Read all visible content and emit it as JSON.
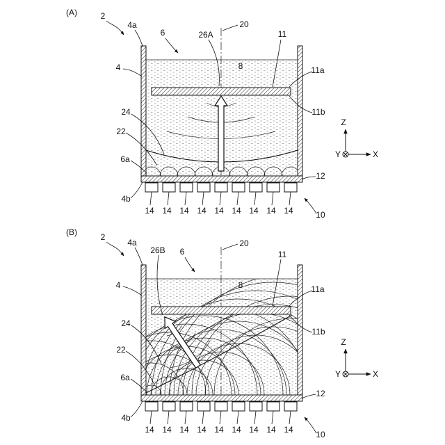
{
  "figure": {
    "panel_a": {
      "panel_label": "(A)",
      "r2": "2",
      "r4": "4",
      "r4a": "4a",
      "r4b": "4b",
      "r6": "6",
      "r6a": "6a",
      "r8": "8",
      "r10": "10",
      "r11": "11",
      "r11a": "11a",
      "r11b": "11b",
      "r12": "12",
      "r14": [
        "14",
        "14",
        "14",
        "14",
        "14",
        "14",
        "14",
        "14",
        "14"
      ],
      "r20": "20",
      "r22": "22",
      "r24": "24",
      "r26": "26A"
    },
    "panel_b": {
      "panel_label": "(B)",
      "r2": "2",
      "r4": "4",
      "r4a": "4a",
      "r4b": "4b",
      "r6": "6",
      "r6a": "6a",
      "r8": "8",
      "r10": "10",
      "r11": "11",
      "r11a": "11a",
      "r11b": "11b",
      "r12": "12",
      "r14": [
        "14",
        "14",
        "14",
        "14",
        "14",
        "14",
        "14",
        "14",
        "14"
      ],
      "r20": "20",
      "r22": "22",
      "r24": "24",
      "r26": "26B"
    },
    "axes": {
      "z": "Z",
      "y": "Y",
      "x": "X"
    }
  }
}
